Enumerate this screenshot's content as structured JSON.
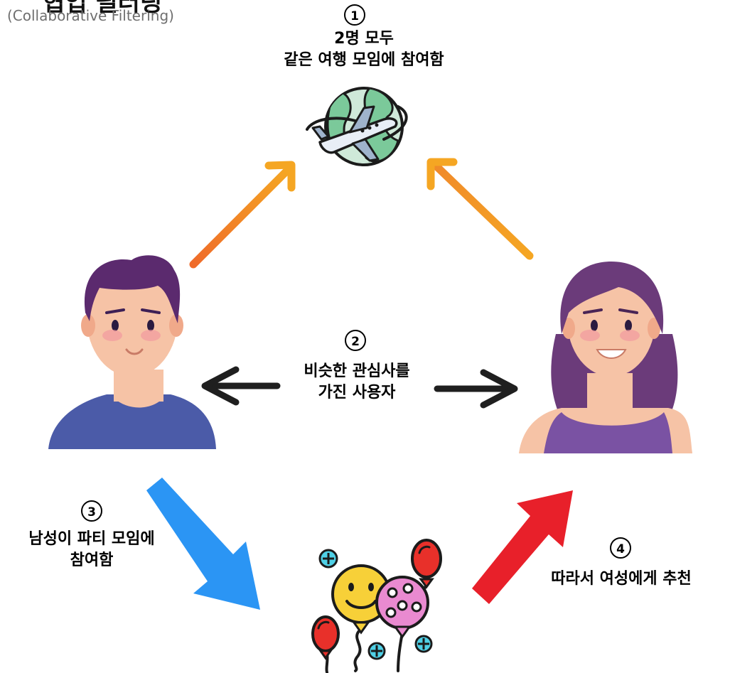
{
  "header": {
    "title_partial": "협업 필터링",
    "subtitle": "(Collaborative Filtering)"
  },
  "steps": [
    {
      "number": "1",
      "lines": [
        "2명 모두",
        "같은 여행 모임에 참여함"
      ]
    },
    {
      "number": "2",
      "lines": [
        "비슷한 관심사를",
        "가진 사용자"
      ]
    },
    {
      "number": "3",
      "lines": [
        "남성이 파티 모임에",
        "참여함"
      ]
    },
    {
      "number": "4",
      "lines": [
        "따라서 여성에게 추천"
      ]
    }
  ],
  "colors": {
    "arrow_orange_start": "#ef6b2a",
    "arrow_orange_end": "#f5a623",
    "arrow_black": "#1f1f1f",
    "arrow_blue": "#2b95f4",
    "arrow_red": "#e8202a",
    "man_shirt": "#4b5ba8",
    "man_hair": "#5b2a6e",
    "woman_top": "#7a52a3",
    "woman_hair": "#6b3b7a",
    "skin": "#f6c3a6",
    "globe_land": "#7bc99a",
    "globe_sea": "#cfe9d9"
  },
  "icons": [
    "globe-airplane-icon",
    "man-avatar-icon",
    "woman-avatar-icon",
    "balloons-icon"
  ]
}
